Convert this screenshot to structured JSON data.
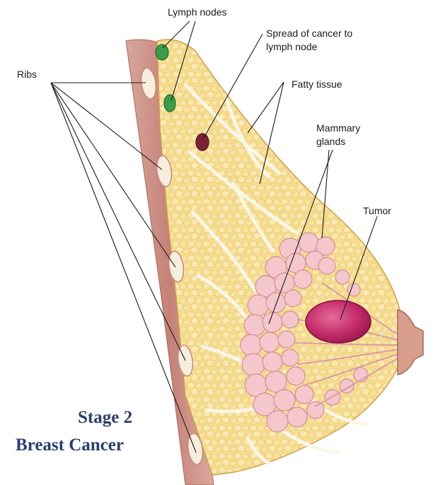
{
  "labels": {
    "lymph_nodes": "Lymph nodes",
    "spread_line1": "Spread of cancer to",
    "spread_line2": "lymph node",
    "fatty_tissue": "Fatty tissue",
    "mammary_line1": "Mammary",
    "mammary_line2": "glands",
    "tumor": "Tumor",
    "ribs": "Ribs"
  },
  "title": {
    "line1": "Stage 2",
    "line2": "Breast Cancer"
  },
  "colors": {
    "fatty_tissue": "#f6dc8e",
    "fat_lobule": "#f9e7a8",
    "chest_wall": "#c98f86",
    "rib": "#f7eede",
    "gland": "#f3c7cc",
    "tumor": "#b81f5c",
    "lymph_node": "#3c9c4a",
    "cancerous_node": "#7a2338",
    "title": "#2b3f6b"
  }
}
